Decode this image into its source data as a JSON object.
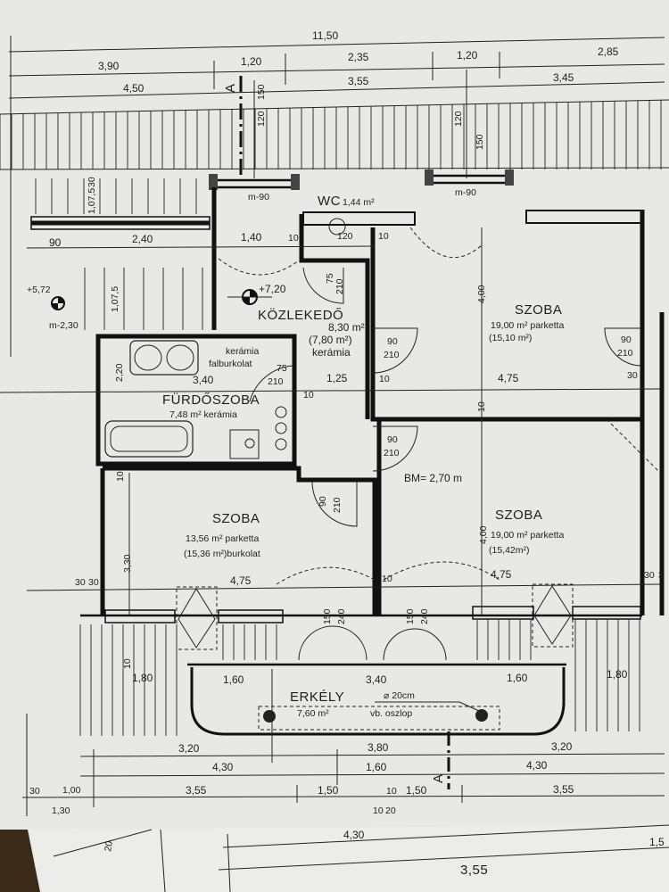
{
  "plan": {
    "section_marker": "A",
    "top_dims": [
      "11,50",
      "3,90",
      "1,20",
      "2,35",
      "1,20",
      "2,85",
      "4,50",
      "3,55",
      "3,45"
    ],
    "top_window_dims": [
      "120",
      "150",
      "120",
      "150"
    ],
    "upper_dims": [
      "90",
      "2,40",
      "1,40",
      "10",
      "120",
      "10",
      "m-90",
      "m-90",
      "1,07,5",
      "30",
      "1,07,5",
      "2,20"
    ],
    "levels": {
      "stair": "+5,72",
      "stair_width": "m-2,30",
      "corridor": "+7,20"
    },
    "rooms": {
      "wc": {
        "name": "WC",
        "area": "1,44 m²"
      },
      "corridor": {
        "name": "KÖZLEKEDŐ",
        "area": "8,30 m²",
        "area_alt": "(7,80 m²)",
        "floor": "kerámia"
      },
      "bathroom": {
        "name": "FÜRDŐSZOBA",
        "area": "7,48 m² kerámia",
        "wall_note": "kerámia",
        "wall_note2": "falburkolat"
      },
      "room_top_right": {
        "name": "SZOBA",
        "area": "19,00 m² parketta",
        "area_alt": "(15,10 m²)"
      },
      "room_bottom_right": {
        "name": "SZOBA",
        "area": "19,00 m² parketta",
        "area_alt": "(15,42m²)"
      },
      "room_bottom_left": {
        "name": "SZOBA",
        "area": "13,56 m² parketta",
        "area_alt": "(15,36 m²)burkolat"
      },
      "balcony": {
        "name": "ERKÉLY",
        "area": "7,60 m²",
        "column_size": "⌀ 20cm",
        "column_note": "vb. oszlop"
      }
    },
    "ceiling_height": "BM= 2,70 m",
    "doors": [
      {
        "w": "75",
        "h": "210"
      },
      {
        "w": "90",
        "h": "210"
      },
      {
        "w": "90",
        "h": "210"
      },
      {
        "w": "90",
        "h": "210"
      },
      {
        "w": "75",
        "h": "210"
      },
      {
        "w": "90",
        "h": "210"
      },
      {
        "w": "150",
        "h": "240"
      },
      {
        "w": "150",
        "h": "240"
      }
    ],
    "inner_dims": [
      "3,40",
      "1,25",
      "10",
      "10",
      "4,00",
      "4,75",
      "10",
      "30",
      "10",
      "4,00",
      "3,30",
      "4,75",
      "30",
      "30",
      "10",
      "4,75",
      "30",
      "3",
      "10"
    ],
    "balcony_dims": [
      "1,80",
      "1,60",
      "3,40",
      "1,60",
      "1,80"
    ],
    "bottom_dims": [
      "3,20",
      "3,80",
      "3,20",
      "4,30",
      "1,60",
      "4,30",
      "30",
      "1,00",
      "3,55",
      "1,50",
      "10",
      "1,50",
      "3,55",
      "1,30",
      "10",
      "20"
    ],
    "second_sheet_dims": [
      "20",
      "4,30",
      "3,55",
      "1,5"
    ]
  }
}
